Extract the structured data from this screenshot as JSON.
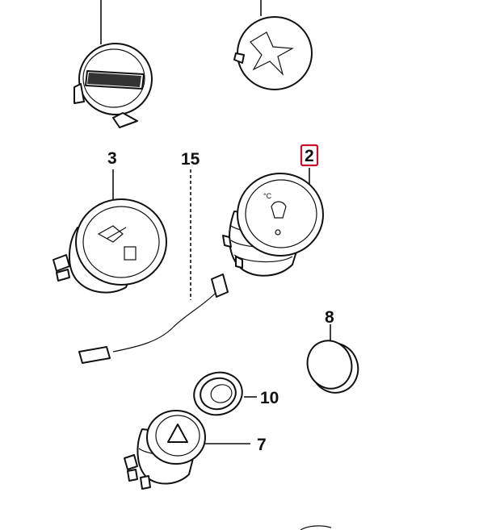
{
  "diagram": {
    "callouts": [
      {
        "id": "3",
        "label": "3"
      },
      {
        "id": "15",
        "label": "15"
      },
      {
        "id": "2",
        "label": "2",
        "highlighted": true
      },
      {
        "id": "8",
        "label": "8"
      },
      {
        "id": "10",
        "label": "10"
      },
      {
        "id": "7",
        "label": "7"
      }
    ],
    "highlight_color": "#c8102e",
    "line_color": "#111111"
  }
}
